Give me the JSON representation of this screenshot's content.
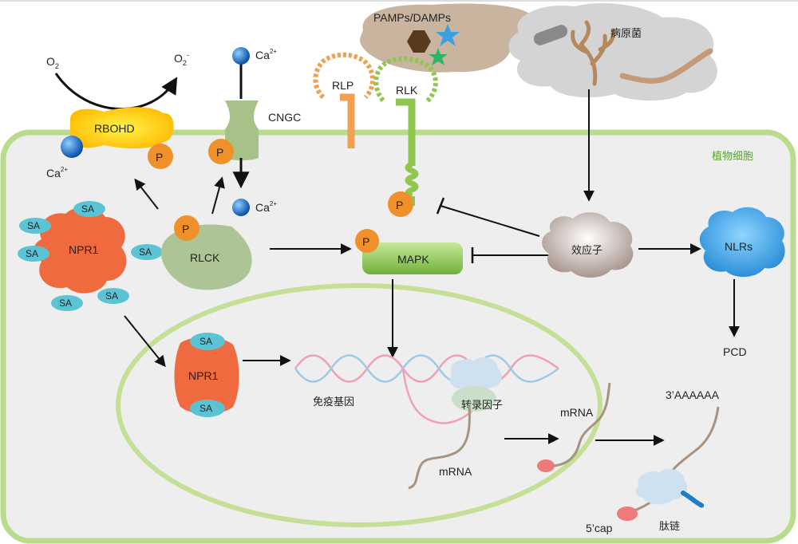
{
  "cell": {
    "label": "植物细胞",
    "label_color": "#5aa532"
  },
  "colors": {
    "membrane": "#b9dc8c",
    "cell_fill": "#eeeeee",
    "npr1": "#ef6a3e",
    "sa": "#5bc3d3",
    "phospho": "#f0902a",
    "mapk": "#8ec64e",
    "rbohd": "#ffd400",
    "nlrs": "#4aa8e6"
  },
  "ros": {
    "o2": "O",
    "o2_sub": "2",
    "o2_minus": "O",
    "o2_minus_sub": "2",
    "o2_minus_sup": "-"
  },
  "rbohd": {
    "label": "RBOHD",
    "ca_label": "Ca",
    "ca_sup": "2+",
    "p": "P"
  },
  "cngc": {
    "label": "CNGC",
    "ca_top": "Ca",
    "ca_top_sup": "2+",
    "ca_bottom": "Ca",
    "ca_bottom_sup": "2+",
    "p": "P"
  },
  "receptors": {
    "rlp": "RLP",
    "rlk": "RLK",
    "rlk_p": "P"
  },
  "pamps": {
    "label": "PAMPs/DAMPs"
  },
  "pathogen": {
    "label": "病原菌"
  },
  "npr1_complex": {
    "label": "NPR1",
    "sa": [
      "SA",
      "SA",
      "SA",
      "SA",
      "SA",
      "SA"
    ]
  },
  "rlck": {
    "label": "RLCK",
    "p": "P"
  },
  "mapk": {
    "label": "MAPK",
    "p": "P"
  },
  "effector": {
    "label": "效应子"
  },
  "nlrs": {
    "label": "NLRs"
  },
  "pcd": {
    "label": "PCD"
  },
  "nucleus": {
    "npr1": "NPR1",
    "sa_top": "SA",
    "sa_bottom": "SA",
    "immune_gene": "免疫基因",
    "tf": "转录因子",
    "mrna_nuc": "mRNA"
  },
  "translation": {
    "mrna": "mRNA",
    "polya": "3’AAAAAA",
    "cap": "5’cap",
    "peptide": "肽链"
  }
}
